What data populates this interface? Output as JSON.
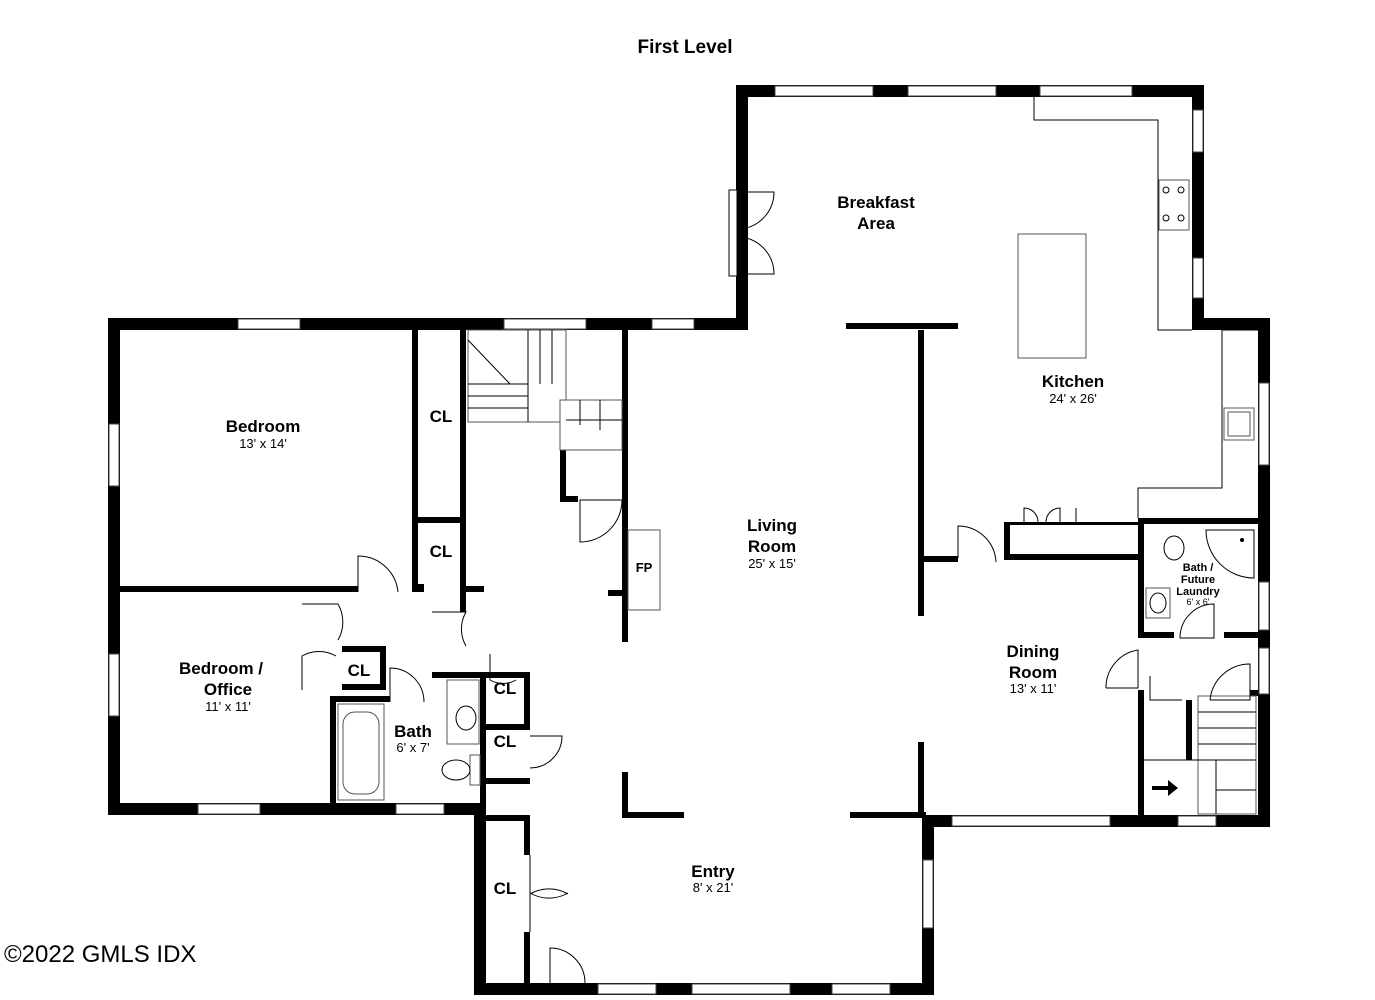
{
  "title": "First Level",
  "watermark": "©2022 GMLS IDX",
  "rooms": {
    "breakfast": {
      "line1": "Breakfast",
      "line2": "Area"
    },
    "kitchen": {
      "name": "Kitchen",
      "dims": "24' x 26'"
    },
    "bedroom": {
      "name": "Bedroom",
      "dims": "13' x 14'"
    },
    "living": {
      "line1": "Living",
      "line2": "Room",
      "dims": "25' x 15'"
    },
    "bedroom_office": {
      "line1": "Bedroom /",
      "line2": "Office",
      "dims": "11' x 11'"
    },
    "bath": {
      "name": "Bath",
      "dims": "6' x 7'"
    },
    "bath_laundry": {
      "line1": "Bath /",
      "line2": "Future",
      "line3": "Laundry",
      "dims": "6' x 6'"
    },
    "dining": {
      "line1": "Dining",
      "line2": "Room",
      "dims": "13' x 11'"
    },
    "entry": {
      "name": "Entry",
      "dims": "8' x 21'"
    }
  },
  "closets": {
    "cl1": "CL",
    "cl2": "CL",
    "cl3": "CL",
    "cl4": "CL",
    "cl5": "CL",
    "cl6": "CL"
  },
  "fireplace": "FP"
}
